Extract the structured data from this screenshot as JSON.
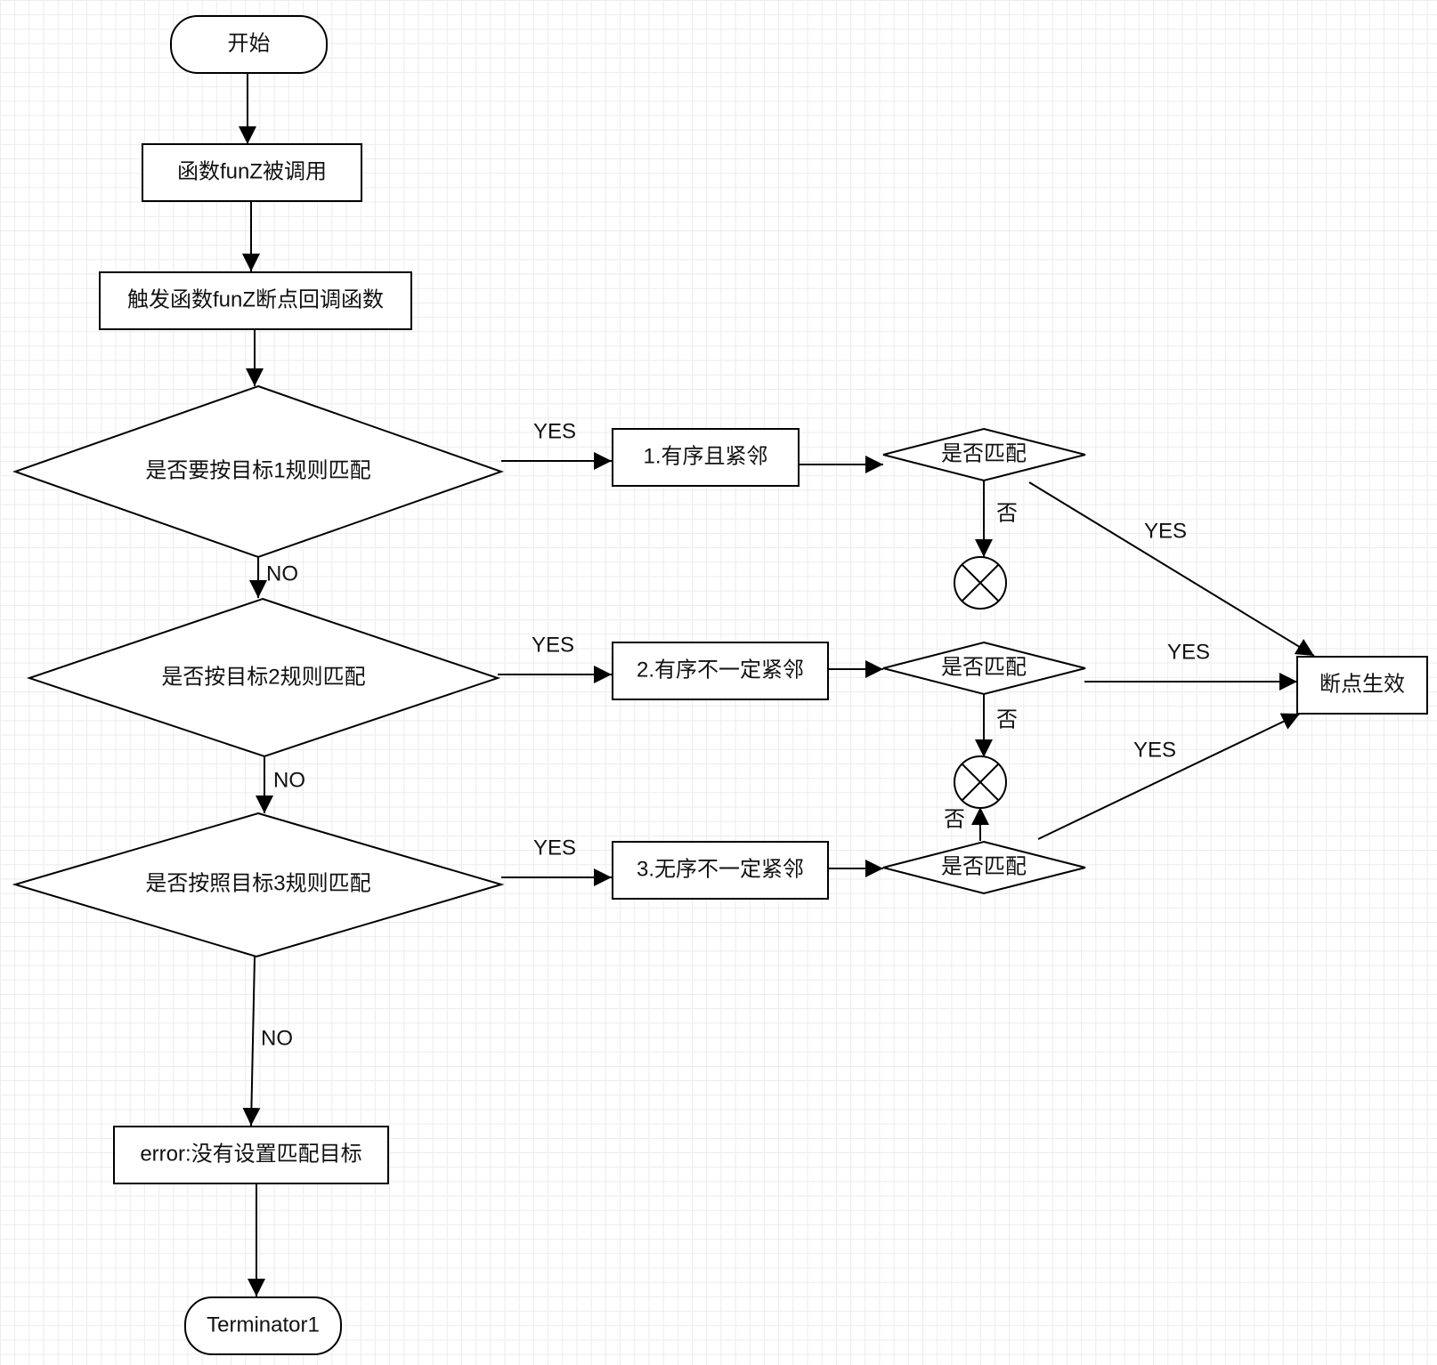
{
  "nodes": {
    "start": "开始",
    "called": "函数funZ被调用",
    "callback": "触发函数funZ断点回调函数",
    "decision1": "是否要按目标1规则匹配",
    "decision2": "是否按目标2规则匹配",
    "decision3": "是否按照目标3规则匹配",
    "rule1": "1.有序且紧邻",
    "rule2": "2.有序不一定紧邻",
    "rule3": "3.无序不一定紧邻",
    "match1": "是否匹配",
    "match2": "是否匹配",
    "match3": "是否匹配",
    "effective": "断点生效",
    "error": "error:没有设置匹配目标",
    "terminator": "Terminator1"
  },
  "edge_labels": {
    "d1_yes": "YES",
    "d2_yes": "YES",
    "d3_yes": "YES",
    "d1_no": "NO",
    "d2_no": "NO",
    "d3_no": "NO",
    "m1_no": "否",
    "m2_no": "否",
    "m3_no": "否",
    "m1_yes": "YES",
    "m2_yes": "YES",
    "m3_yes": "YES"
  },
  "icons": {
    "reject1": "x-circle-icon",
    "reject2": "x-circle-icon"
  },
  "colors": {
    "stroke": "#000000",
    "fill": "#ffffff",
    "grid": "#ececec"
  }
}
